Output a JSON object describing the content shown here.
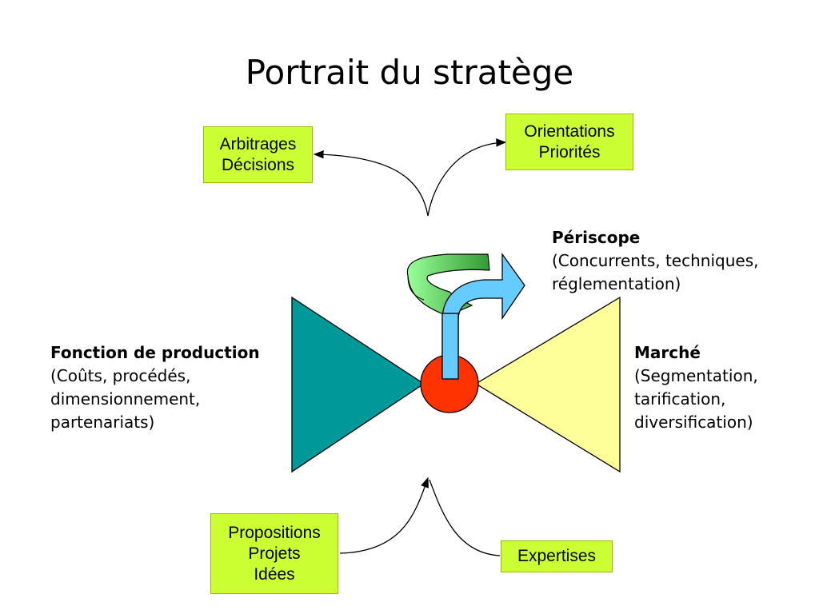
{
  "title": "Portrait du stratège",
  "boxes": {
    "arbitrages": [
      "Arbitrages",
      "Décisions"
    ],
    "orientations": [
      "Orientations",
      "Priorités"
    ],
    "propositions": [
      "Propositions",
      "Projets",
      "Idées"
    ],
    "expertises": [
      "Expertises"
    ]
  },
  "labels": {
    "periscope": {
      "head": "Périscope",
      "lines": [
        "(Concurrents, techniques,",
        "réglementation)"
      ]
    },
    "production": {
      "head": "Fonction de production",
      "lines": [
        "(Coûts, procédés,",
        "dimensionnement,",
        "partenariats)"
      ]
    },
    "marche": {
      "head": "Marché",
      "lines": [
        "(Segmentation,",
        "tarification,",
        "diversification)"
      ]
    }
  },
  "colors": {
    "box_fill": "#ccff33",
    "left_triangle": "#009999",
    "right_triangle": "#ffff99",
    "center_circle": "#ff3300",
    "periscope_arrow": "#66ccff",
    "rotation_arrow": "#66cc66"
  }
}
